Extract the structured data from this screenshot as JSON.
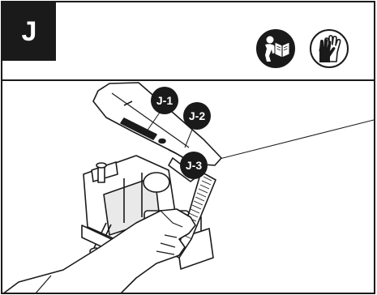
{
  "step": {
    "letter": "J"
  },
  "header_icons": [
    {
      "name": "read-manual-icon"
    },
    {
      "name": "wear-gloves-icon"
    }
  ],
  "callouts": [
    {
      "label": "J-1"
    },
    {
      "label": "J-2"
    },
    {
      "label": "J-3"
    }
  ],
  "colors": {
    "ink": "#1a1a1a",
    "paper": "#ffffff"
  }
}
